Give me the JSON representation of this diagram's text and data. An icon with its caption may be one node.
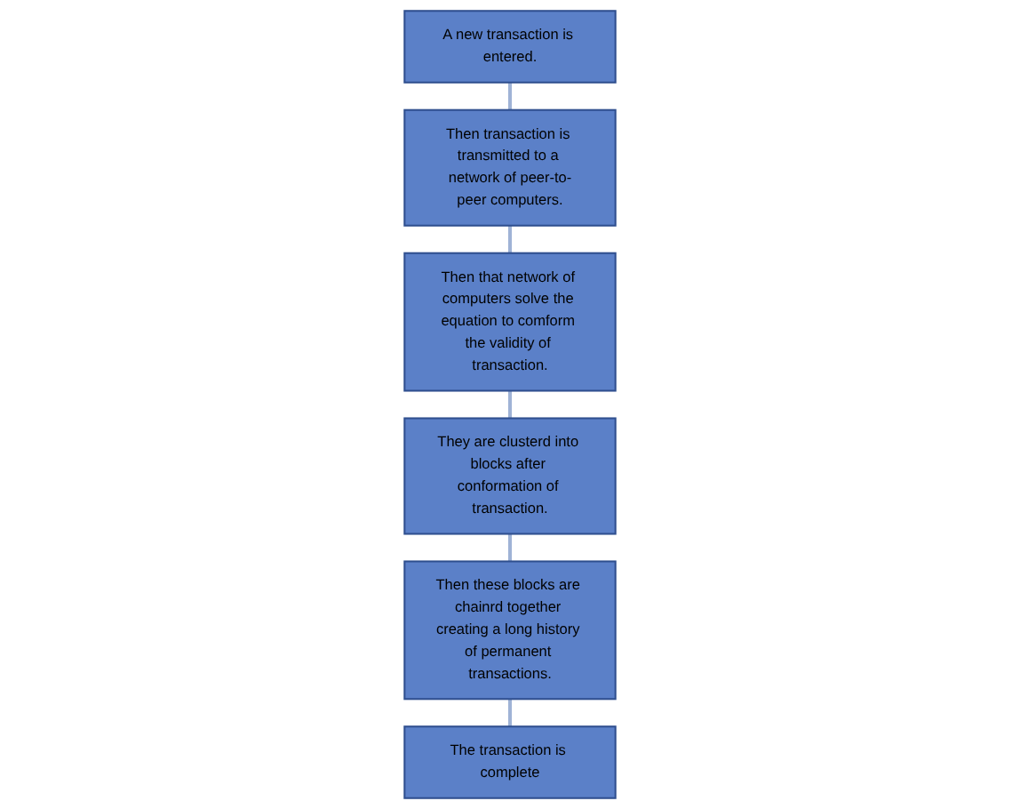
{
  "diagram": {
    "nodes": [
      {
        "text": [
          "A new transaction is entered."
        ]
      },
      {
        "text": [
          "Then transaction is transmitted to a network of peer-to-peer computers."
        ]
      },
      {
        "text": [
          "Then that network of computers solve the equation to comform the validity of transaction."
        ]
      },
      {
        "text": [
          "They are clusterd into blocks after conformation of transaction."
        ]
      },
      {
        "text": [
          "Then these blocks are chainrd together creating a long history of permanent transactions."
        ]
      },
      {
        "text": [
          "The transaction is complete"
        ]
      }
    ],
    "edges": [
      {
        "from": 0,
        "to": 1,
        "arrow": "none"
      },
      {
        "from": 1,
        "to": 2,
        "arrow": "none"
      },
      {
        "from": 2,
        "to": 3,
        "arrow": "none"
      },
      {
        "from": 3,
        "to": 4,
        "arrow": "none"
      },
      {
        "from": 4,
        "to": 5,
        "arrow": "none"
      }
    ]
  }
}
